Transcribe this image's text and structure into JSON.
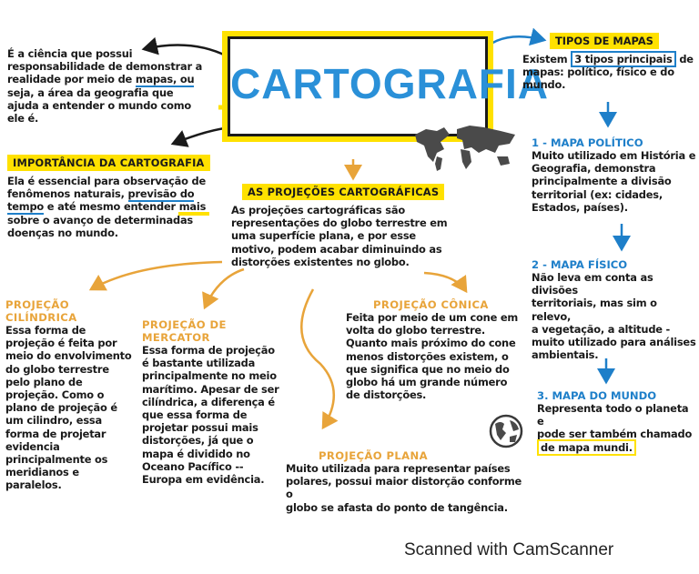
{
  "title": "Cartografia",
  "intro": {
    "l1": "É a ciência que possui",
    "l2": "responsabilidade de demonstrar a",
    "l3a": "realidade por meio de ",
    "l3b": "mapas, ou",
    "l4": "seja, a área da geografia que",
    "l5": "ajuda a entender o mundo como",
    "l6": "ele é."
  },
  "importancia": {
    "heading": "Importância da Cartografia",
    "l1": "Ela é essencial para observação de",
    "l2a": "fenômenos naturais, ",
    "l2b": "previsão do",
    "l3a": "tempo",
    "l3b": " e até mesmo entender mais",
    "l4": "sobre o avanço de determinadas",
    "l5": "doenças no mundo."
  },
  "projecoes": {
    "heading": "As projeções cartográficas",
    "l1": "As projeções cartográficas são",
    "l2": "representações do globo terrestre em",
    "l3": "uma superfície plana, e por esse",
    "l4": "motivo, podem acabar diminuindo as",
    "l5": "distorções existentes no globo."
  },
  "tipos": {
    "heading": "Tipos de mapas",
    "l1a": "Existem ",
    "l1b": "3 tipos principais",
    "l1c": " de",
    "l2": "mapas: político, físico e do",
    "l3": "mundo."
  },
  "politico": {
    "heading": "1 - Mapa político",
    "l1": "Muito utilizado em História e",
    "l2": "Geografia, demonstra",
    "l3": "principalmente a divisão",
    "l4": "territorial (ex: cidades,",
    "l5": "Estados, países)."
  },
  "fisico": {
    "heading": "2 - Mapa físico",
    "l1": "Não leva em conta as divisões",
    "l2": "territoriais, mas sim o relevo,",
    "l3": "a vegetação, a altitude -",
    "l4": "muito utilizado para análises",
    "l5": "ambientais."
  },
  "mundo": {
    "heading": "3. Mapa do mundo",
    "l1": "Representa todo o planeta e",
    "l2": "pode ser também chamado",
    "l3": "de mapa mundi."
  },
  "cilindrica": {
    "heading": "Projeção cilíndrica",
    "lines": [
      "Essa forma de",
      "projeção é feita por",
      "meio do envolvimento",
      "do globo terrestre",
      "pelo plano de",
      "projeção. Como o",
      "plano de projeção é",
      "um cilindro, essa",
      "forma de projetar",
      "evidencia",
      "principalmente os",
      "meridianos e",
      "paralelos."
    ]
  },
  "mercator": {
    "heading": "Projeção de Mercator",
    "lines": [
      "Essa forma de projeção",
      "é bastante utilizada",
      "principalmente no meio",
      "marítimo. Apesar de ser",
      "cilíndrica, a diferença é",
      "que essa forma de",
      "projetar possui mais",
      "distorções, já que o",
      "mapa é dividido no",
      "Oceano Pacífico --",
      "Europa em evidência."
    ]
  },
  "conica": {
    "heading": "Projeção cônica",
    "lines": [
      "Feita por meio de um cone em",
      "volta do globo terrestre.",
      "Quanto mais próximo do cone",
      "menos distorções existem, o",
      "que significa que no meio do",
      "globo há um grande número",
      "de distorções."
    ]
  },
  "plana": {
    "heading": "Projeção plana",
    "lines": [
      "Muito utilizada para representar países",
      "polares, possui maior distorção conforme o",
      "globo se afasta do ponto de tangência."
    ]
  },
  "footer": "Scanned with CamScanner",
  "colors": {
    "yellow": "#ffe100",
    "blue": "#1e7fc9",
    "orange": "#e8a43a",
    "title_blue": "#2a90d8"
  }
}
